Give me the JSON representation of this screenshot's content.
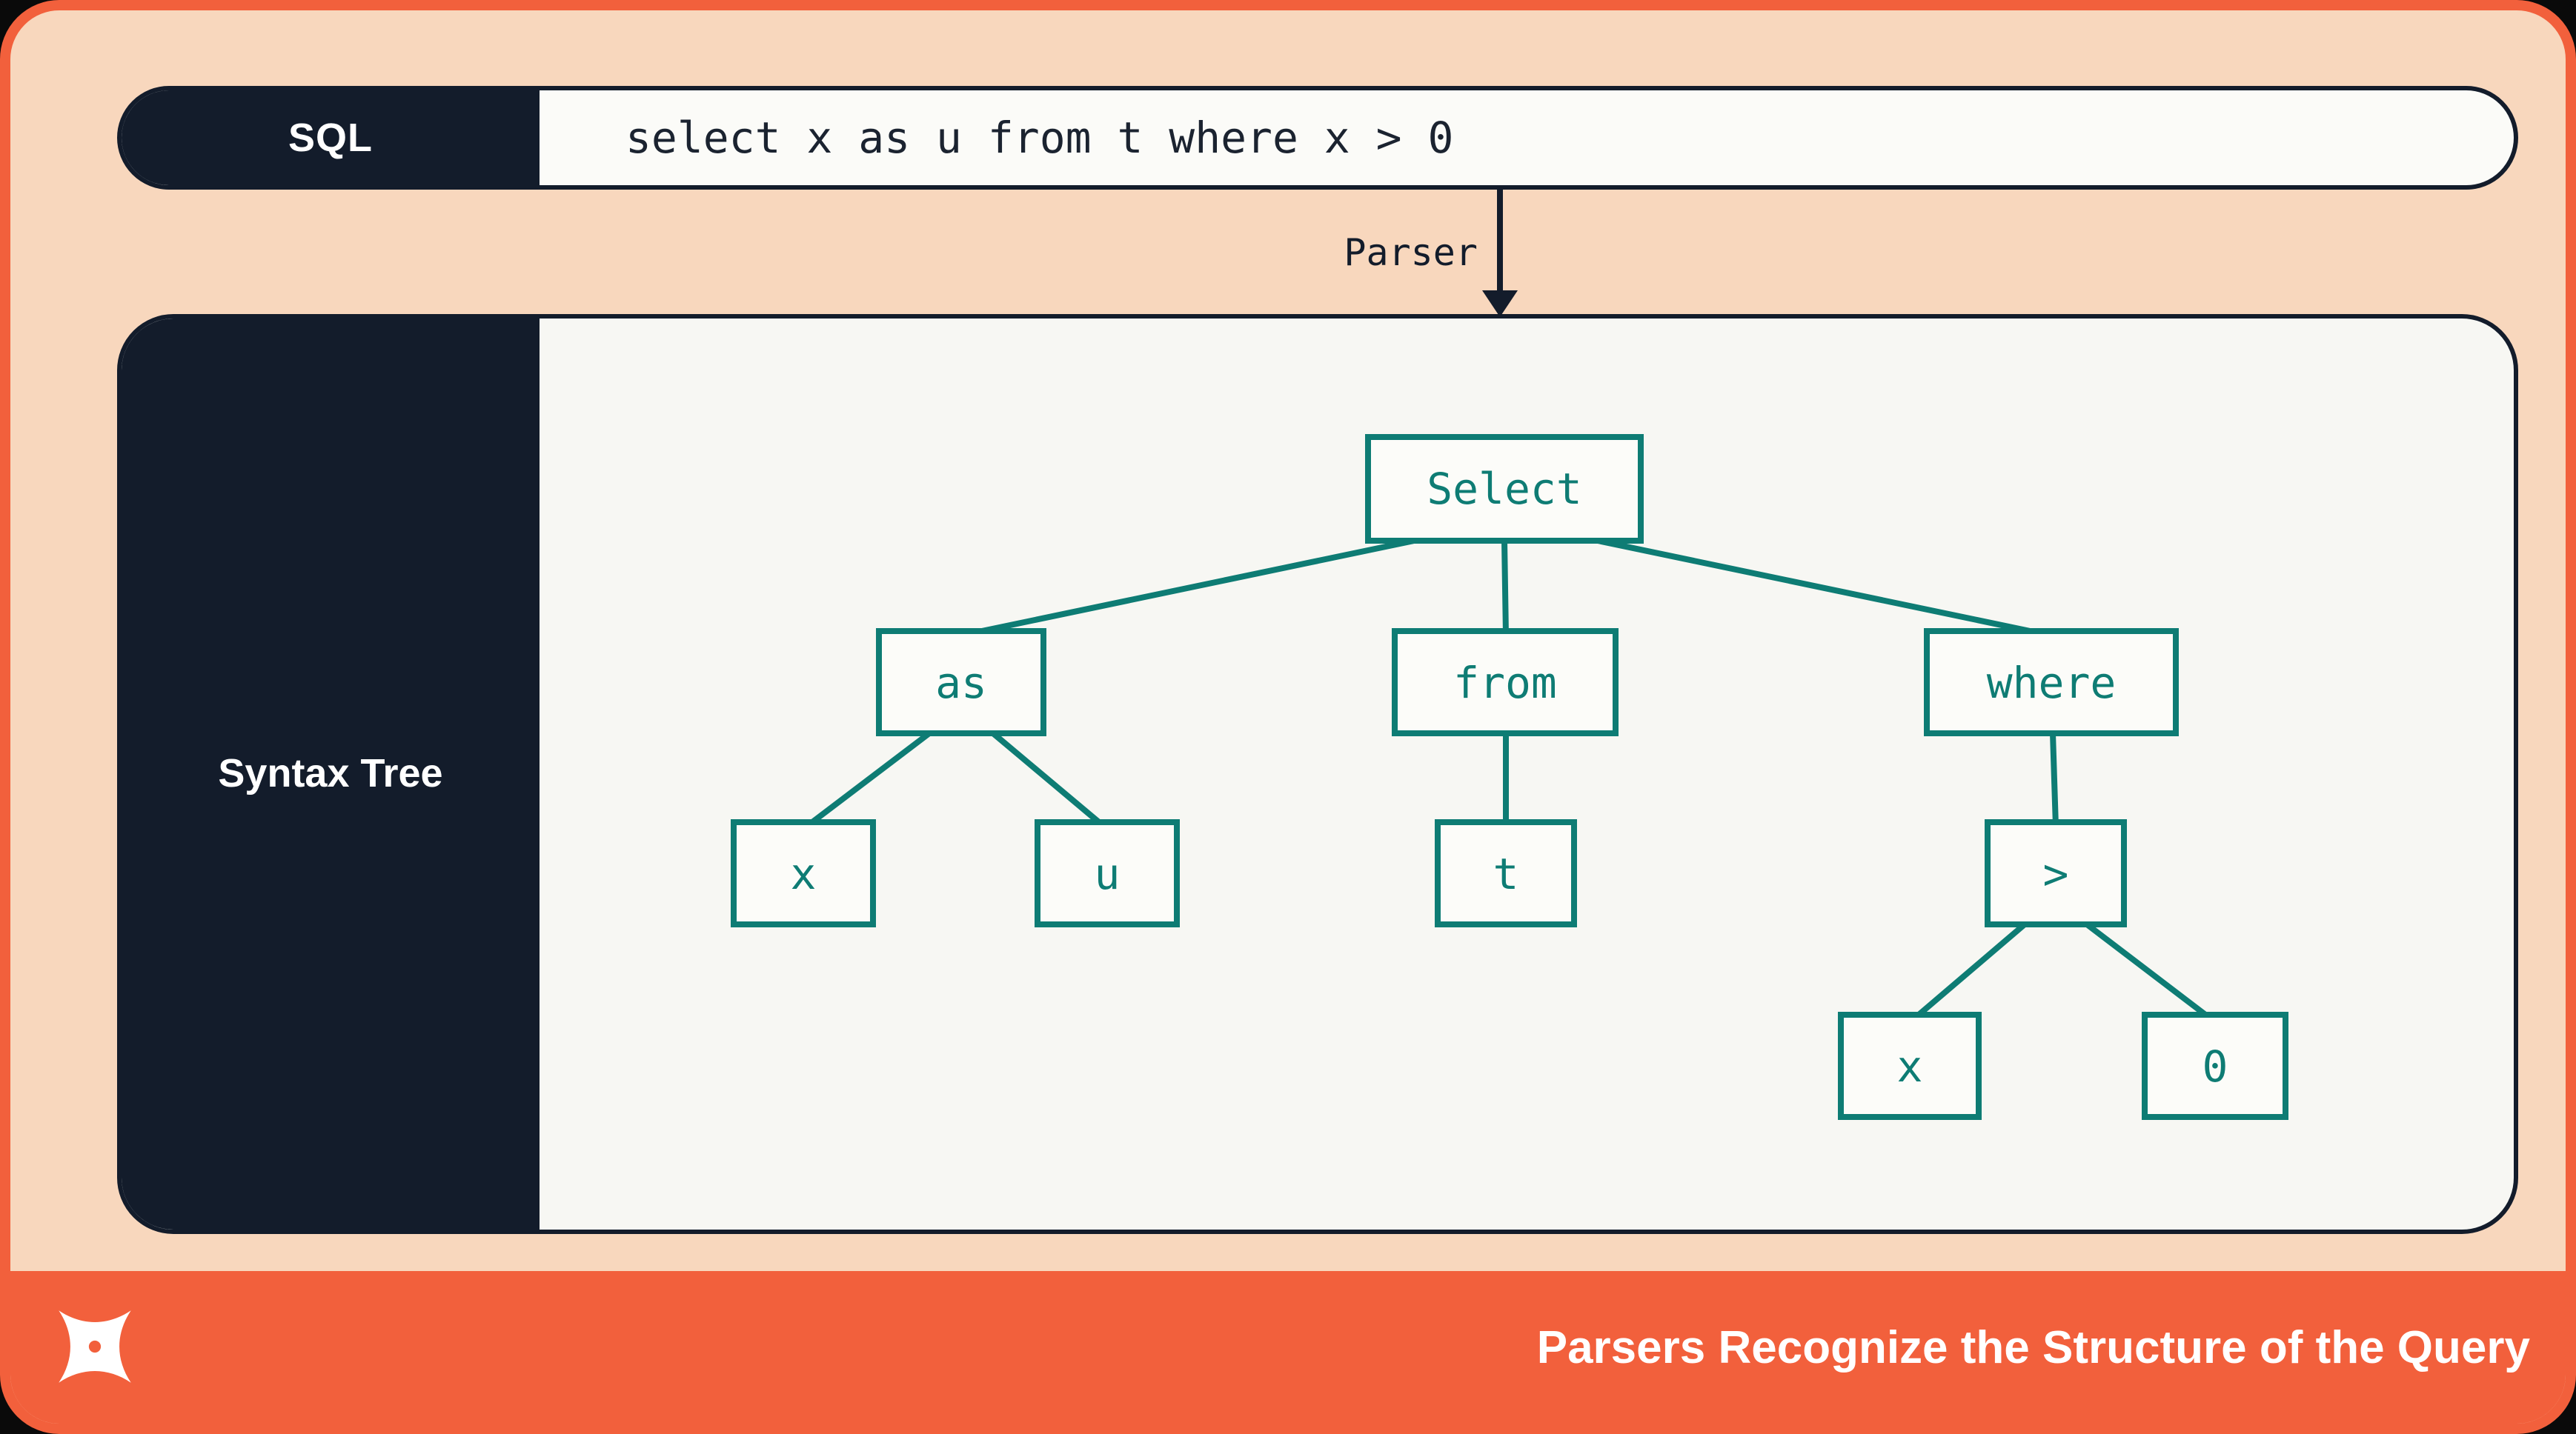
{
  "colors": {
    "accent_orange": "#F2603C",
    "background_peach": "#F8D7BD",
    "dark_navy": "#131C2B",
    "teal": "#0E7C74",
    "panel_offwhite": "#F7F7F3"
  },
  "sql_bar": {
    "label": "SQL",
    "query": "select x as u from t where x > 0"
  },
  "parser": {
    "label": "Parser",
    "arrow_icon": "down-arrow-icon"
  },
  "panel": {
    "label": "Syntax Tree"
  },
  "tree": {
    "nodes": [
      {
        "id": "select",
        "label": "Select"
      },
      {
        "id": "as",
        "label": "as"
      },
      {
        "id": "from",
        "label": "from"
      },
      {
        "id": "where",
        "label": "where"
      },
      {
        "id": "x1",
        "label": "x"
      },
      {
        "id": "u",
        "label": "u"
      },
      {
        "id": "t",
        "label": "t"
      },
      {
        "id": "gt",
        "label": ">"
      },
      {
        "id": "x2",
        "label": "x"
      },
      {
        "id": "zero",
        "label": "0"
      }
    ],
    "edges": [
      [
        "Select",
        "as"
      ],
      [
        "Select",
        "from"
      ],
      [
        "Select",
        "where"
      ],
      [
        "as",
        "x"
      ],
      [
        "as",
        "u"
      ],
      [
        "from",
        "t"
      ],
      [
        "where",
        ">"
      ],
      [
        ">",
        "x"
      ],
      [
        ">",
        "0"
      ]
    ]
  },
  "footer": {
    "title": "Parsers Recognize the Structure of the Query",
    "logo_icon": "four-point-star-logo"
  }
}
